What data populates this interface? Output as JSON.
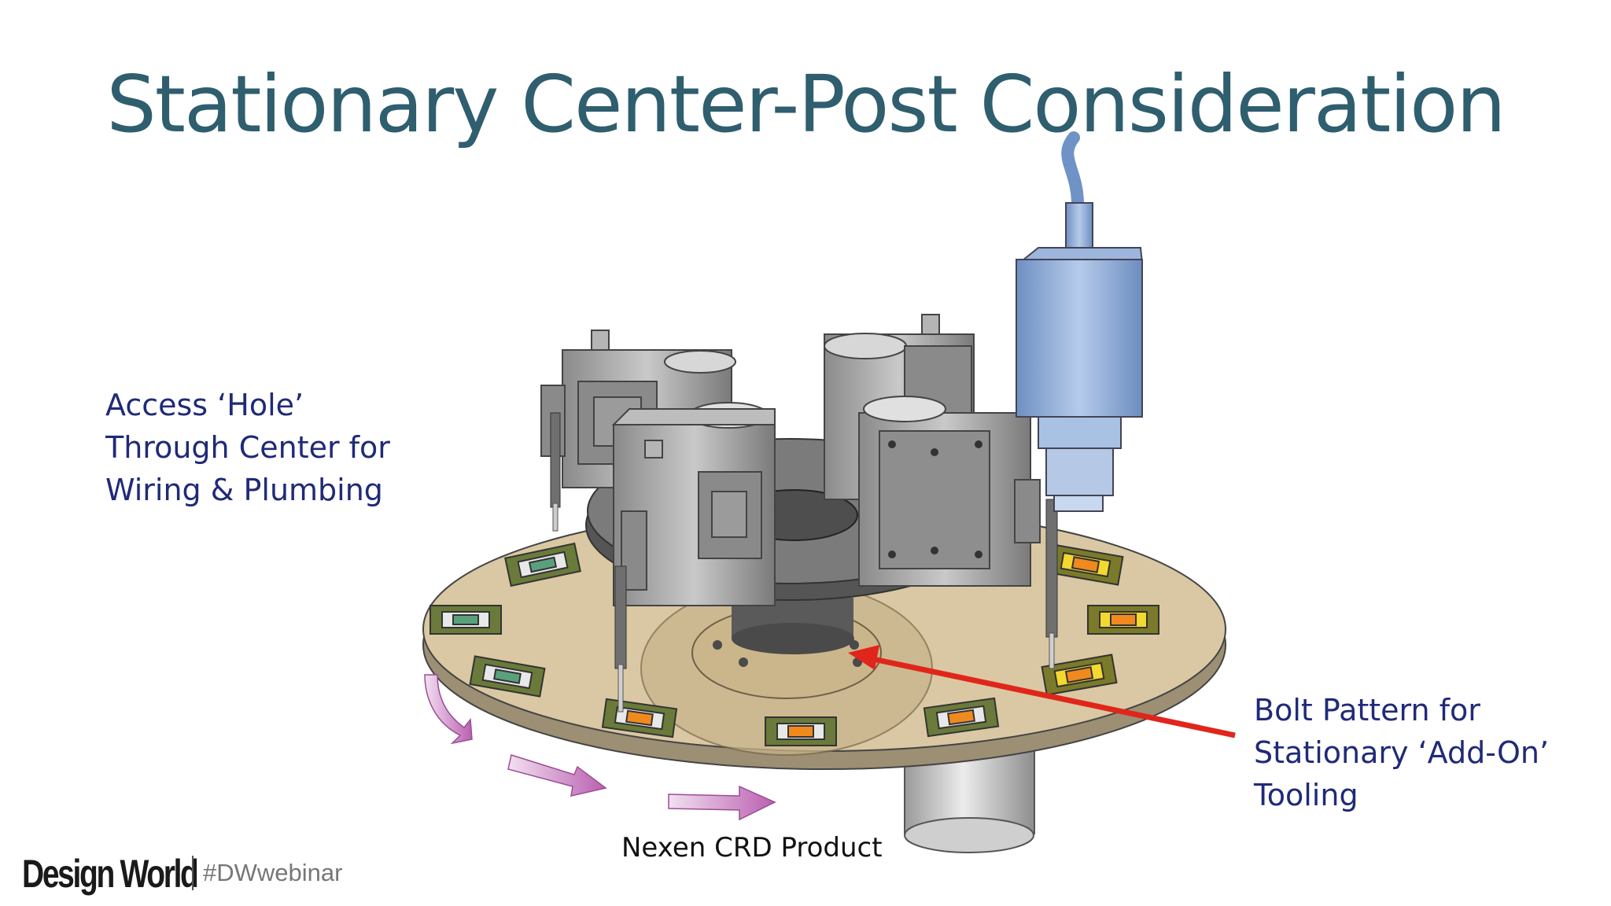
{
  "slide": {
    "title": "Stationary Center-Post Consideration",
    "callouts": {
      "access_hole": [
        "Access ‘Hole’",
        "Through Center for",
        "Wiring & Plumbing"
      ],
      "bolt_pattern": [
        "Bolt Pattern for",
        "Stationary ‘Add-On’",
        "Tooling"
      ]
    },
    "caption": "Nexen CRD Product",
    "footer": {
      "brand": "Design World",
      "hashtag": "#DWwebinar"
    }
  },
  "colors": {
    "title": "#2f5e6e",
    "callout_text": "#1f2a78",
    "annotation_arrow": "#e0261b",
    "rotation_arrows": "#c77ac0",
    "turntable": "#d8c6a2",
    "tool_housing": "#9c9c9c",
    "camera": "#8fb0de"
  },
  "icons": [
    "rotation-arrow-icon",
    "annotation-arrow-icon",
    "camera-icon",
    "dispenser-head-icon"
  ]
}
